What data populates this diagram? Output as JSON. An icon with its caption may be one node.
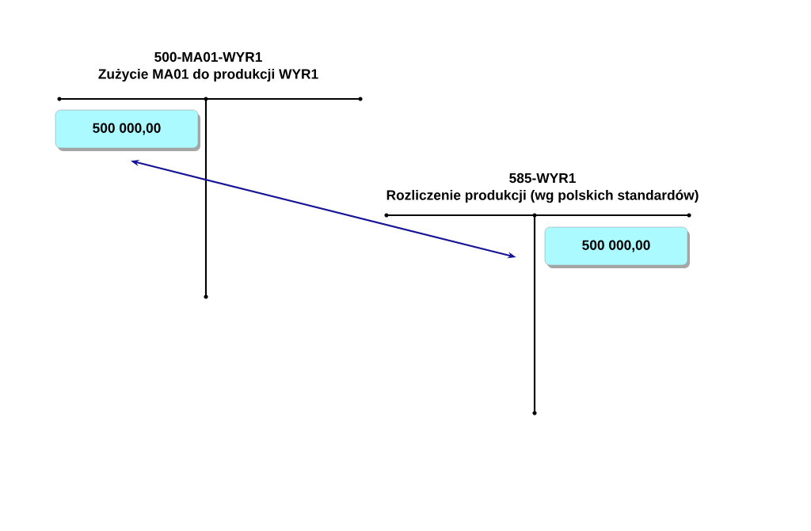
{
  "diagram": {
    "nodes": [
      {
        "text": [
          "500 000,00"
        ]
      },
      {
        "text": [
          "500 000,00"
        ]
      }
    ],
    "edges": [
      {
        "from": 0,
        "to": 1,
        "arrow": "both",
        "color": "#141496"
      }
    ],
    "labels": [
      "500-MA01-WYR1",
      "Zużycie MA01 do produkcji WYR1",
      "585-WYR1",
      "Rozliczenie produkcji (wg polskich standardów)"
    ]
  }
}
